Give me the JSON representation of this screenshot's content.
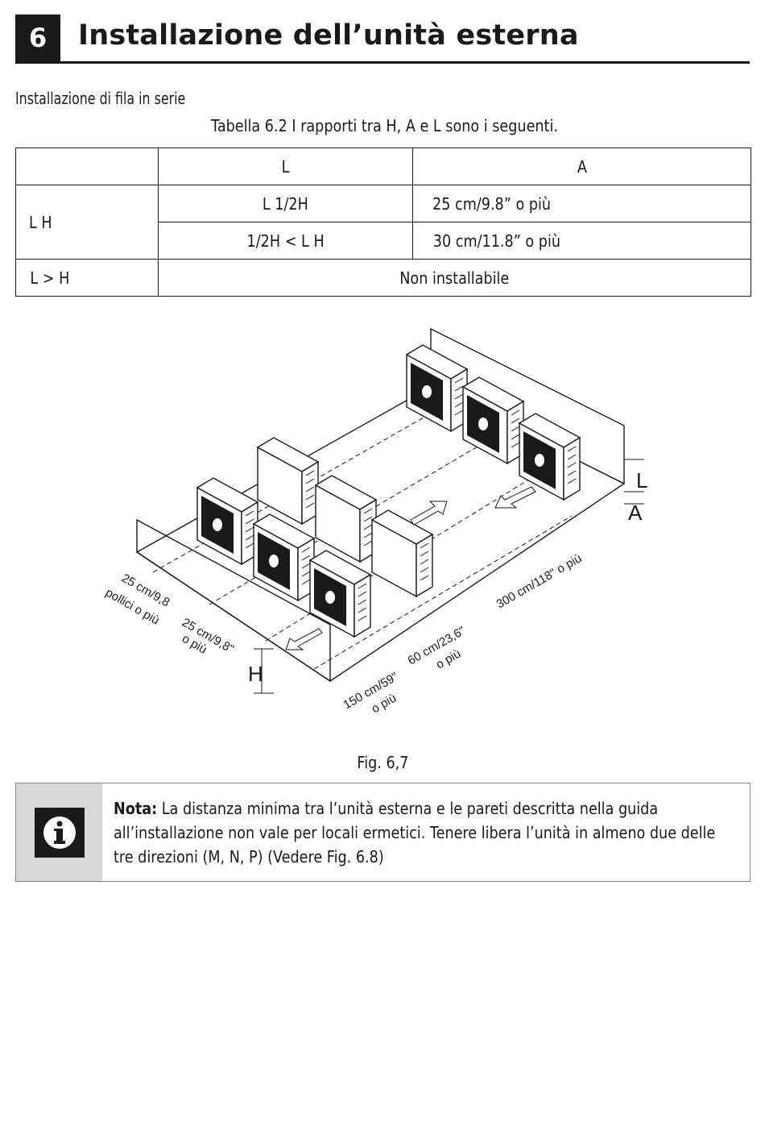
{
  "header": {
    "chapter_number": "6",
    "chapter_title": "Installazione dell’unità esterna"
  },
  "subtitle": "Installazione di fila in serie",
  "table": {
    "caption": "Tabella 6.2 I rapporti tra H, A e L sono i seguenti.",
    "col_L": "L",
    "col_A": "A",
    "row1_label": "L H",
    "row1a_L": "L 1/2H",
    "row1a_A": "25 cm/9.8” o più",
    "row1b_L": "1/2H < L H",
    "row1b_A": "30 cm/11.8” o più",
    "row2_label": "L > H",
    "row2_value": "Non installabile"
  },
  "figure": {
    "label_L": "L",
    "label_A": "A",
    "label_H": "H",
    "dim_300": "300 cm/118\" o più",
    "dim_60a": "60 cm/23,6\"",
    "dim_60b": "o più",
    "dim_150a": "150 cm/59\"",
    "dim_150b": "o più",
    "dim_25a_1": "25 cm/9,8",
    "dim_25a_2": "pollici o più",
    "dim_25b_1": "25 cm/9,8\"",
    "dim_25b_2": "o più",
    "caption": "Fig. 6,7"
  },
  "note": {
    "icon": "info-icon",
    "label": "Nota:",
    "text": " La distanza minima tra l’unità esterna e le pareti descritta nella guida all’installazione non vale per locali ermetici. Tenere libera l’unità in almeno due delle tre direzioni (M, N, P) (Vedere Fig. 6.8)"
  }
}
